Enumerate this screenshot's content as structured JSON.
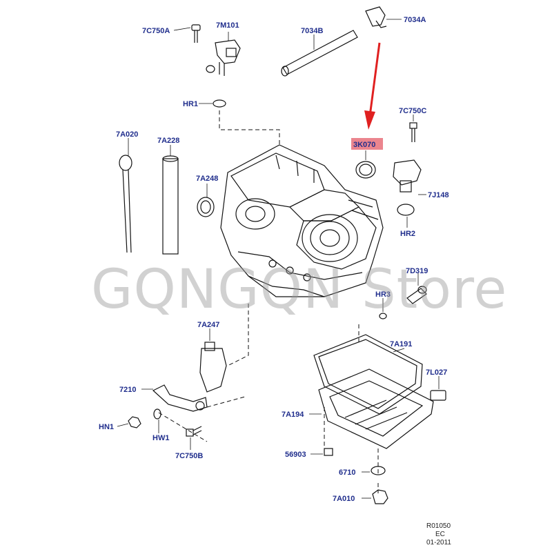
{
  "callouts": {
    "c7C750A_top": "7C750A",
    "c7M101": "7M101",
    "c7034B": "7034B",
    "c7034A": "7034A",
    "cHR1": "HR1",
    "c7C750C": "7C750C",
    "c7A020": "7A020",
    "c7A228": "7A228",
    "c3K070": "3K070",
    "c7A248": "7A248",
    "c7J148": "7J148",
    "cHR2": "HR2",
    "c7D319": "7D319",
    "cHR3": "HR3",
    "c7A247": "7A247",
    "c7A191": "7A191",
    "c7L027": "7L027",
    "c7210": "7210",
    "c7A194": "7A194",
    "cHN1": "HN1",
    "cHW1": "HW1",
    "c56903": "56903",
    "c7C750B": "7C750B",
    "c6710": "6710",
    "c7A010": "7A010"
  },
  "highlight": {
    "part": "3K070",
    "color": "#e8707a",
    "arrow_color": "#e02020"
  },
  "label_color": "#1f2d8c",
  "watermark": "GQNGQN Store",
  "reference": {
    "line1": "R01050",
    "line2": "EC",
    "line3": "01-2011"
  }
}
